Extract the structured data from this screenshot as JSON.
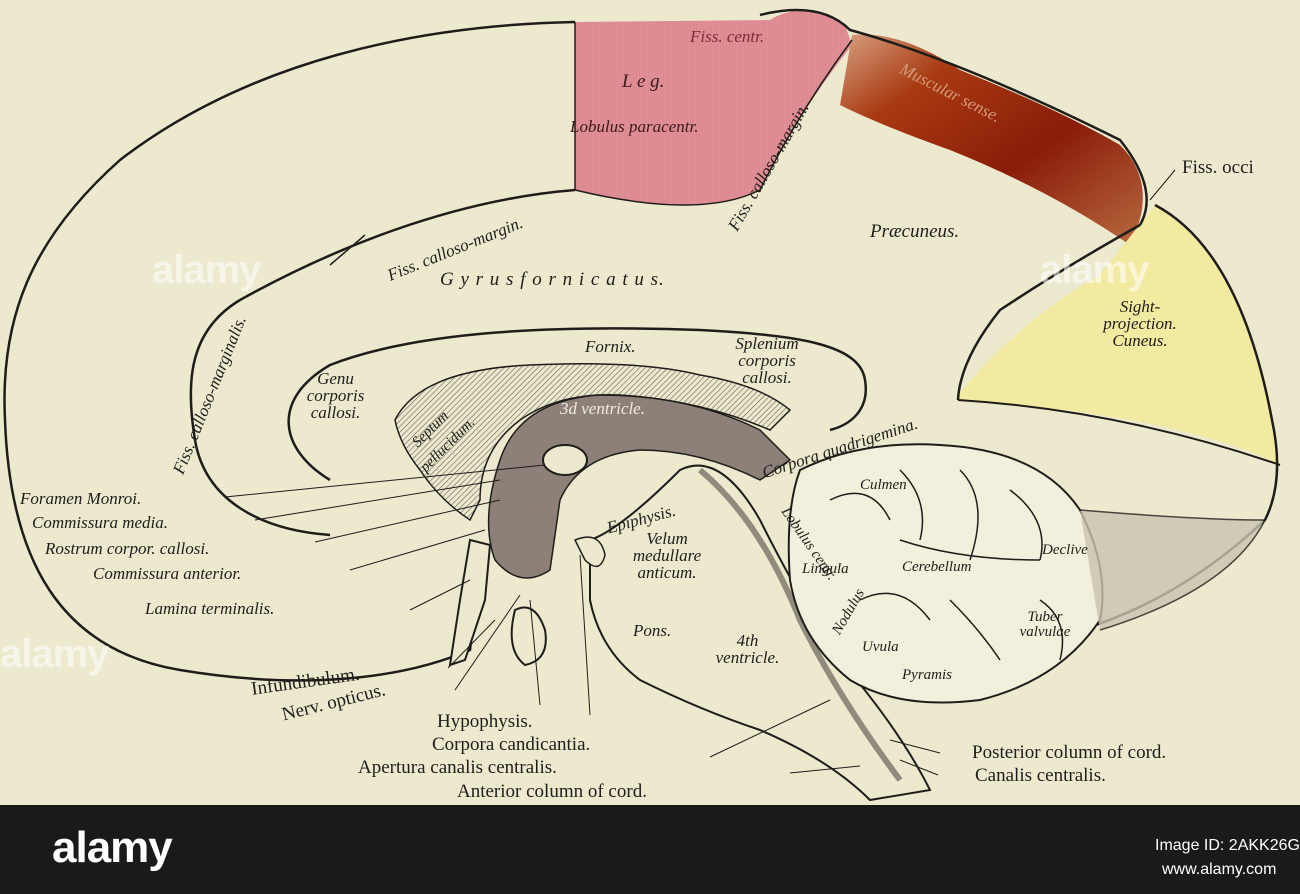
{
  "labels": {
    "fiss_centr": "Fiss. centr.",
    "leg": "L e g.",
    "lobulus_paracentr": "Lobulus paracentr.",
    "muscular_sense": "Muscular sense.",
    "fiss_occip": "Fiss. occi",
    "fiss_calloso_margin_top": "Fiss. calloso-margin.",
    "fiss_calloso_margin_mid": "Fiss. calloso-margin.",
    "fiss_calloso_marginalis": "Fiss. calloso-marginalis.",
    "praecuneus": "Præcuneus.",
    "gyrus_fornicatus": "G y r u s   f o r n i c a t u s.",
    "sight_projection": "Sight-",
    "projection": "projection.",
    "cuneus": "Cuneus.",
    "fornix": "Fornix.",
    "splenium_1": "Splenium",
    "splenium_2": "corporis",
    "splenium_3": "callosi.",
    "genu_1": "Genu",
    "genu_2": "corporis",
    "genu_3": "callosi.",
    "septum": "Septum",
    "pellucidum": "pellucidum.",
    "third_ventricle": "3d ventricle.",
    "corpora_quadrigemina": "Corpora quadrigemina.",
    "foramen_monroi": "Foramen Monroi.",
    "commissura_media": "Commissura media.",
    "rostrum": "Rostrum corpor. callosi.",
    "commissura_anterior": "Commissura anterior.",
    "lamina_terminalis": "Lamina terminalis.",
    "epiphysis": "Epiphysis.",
    "velum_1": "Velum",
    "velum_2": "medullare",
    "velum_3": "anticum.",
    "pons": "Pons.",
    "fourth_ventricle_1": "4th",
    "fourth_ventricle_2": "ventricle.",
    "culmen": "Culmen",
    "lobulus_centr": "Lobulus centr.",
    "lingula": "Lingula",
    "cerebellum": "Cerebellum",
    "declive": "Declive",
    "nodulus": "Nodulus",
    "tuber_1": "Tuber",
    "tuber_2": "valvulae",
    "uvula": "Uvula",
    "pyramis": "Pyramis",
    "infundibulum": "Infundibulum.",
    "nerv_opticus": "Nerv. opticus.",
    "hypophysis": "Hypophysis.",
    "corpora_candicantia": "Corpora candicantia.",
    "apertura": "Apertura canalis centralis.",
    "anterior_column": "Anterior column of cord.",
    "posterior_column": "Posterior column of cord.",
    "canalis_centralis": "Canalis centralis."
  },
  "colors": {
    "plate_bg": "#ece9cf",
    "leg_area": "#df8e95",
    "muscular_sense_dark": "#8a1c08",
    "muscular_sense_light": "#d8a080",
    "sight_area": "#f3eaa2",
    "outline": "#1f1d1a",
    "footer_bg": "#1a1a1a"
  },
  "watermark": "alamy",
  "footer": {
    "brand": "alamy",
    "image_id": "Image ID: 2AKK26G",
    "url": "www.alamy.com"
  }
}
